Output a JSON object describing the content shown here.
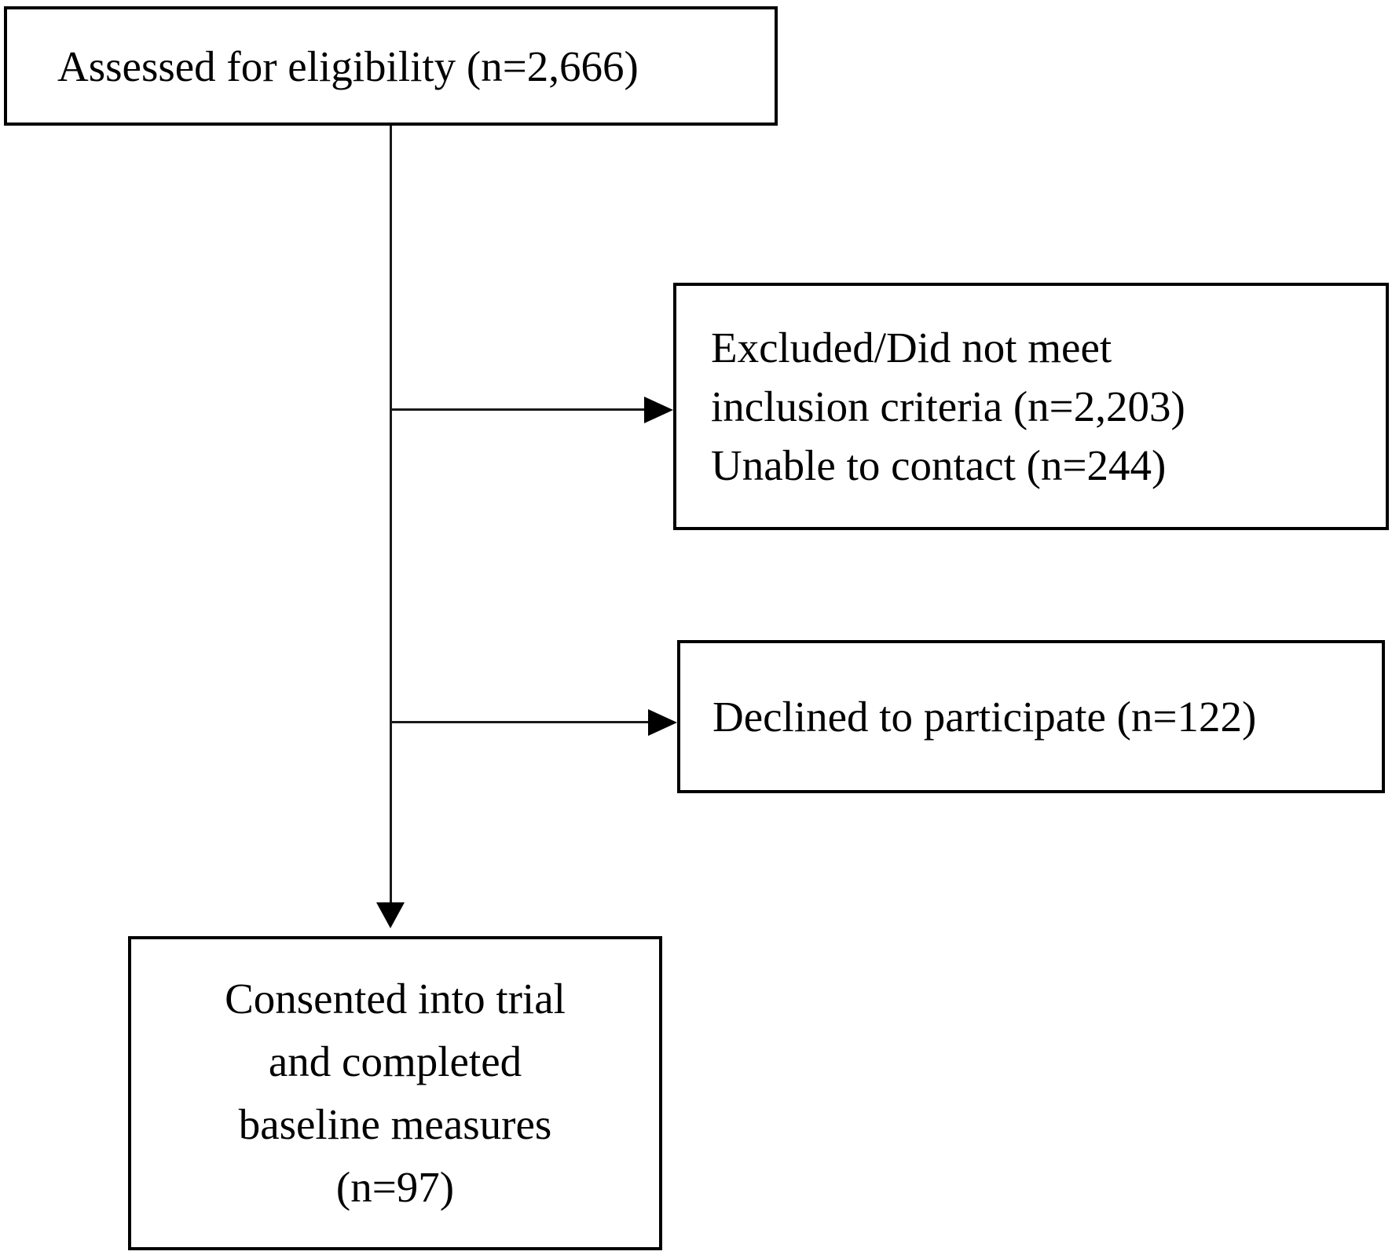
{
  "diagram": {
    "nodes": {
      "assessed": {
        "label": "Assessed for eligibility (n=2,666)",
        "n": 2666
      },
      "excluded": {
        "lines": [
          "Excluded/Did not meet",
          "inclusion criteria (n=2,203)",
          "Unable to contact (n=244)"
        ],
        "n_excluded": 2203,
        "n_unable_to_contact": 244
      },
      "declined": {
        "label": "Declined to participate (n=122)",
        "n": 122
      },
      "consented": {
        "lines": [
          "Consented into trial",
          "and completed",
          "baseline measures",
          "(n=97)"
        ],
        "n": 97
      }
    }
  }
}
